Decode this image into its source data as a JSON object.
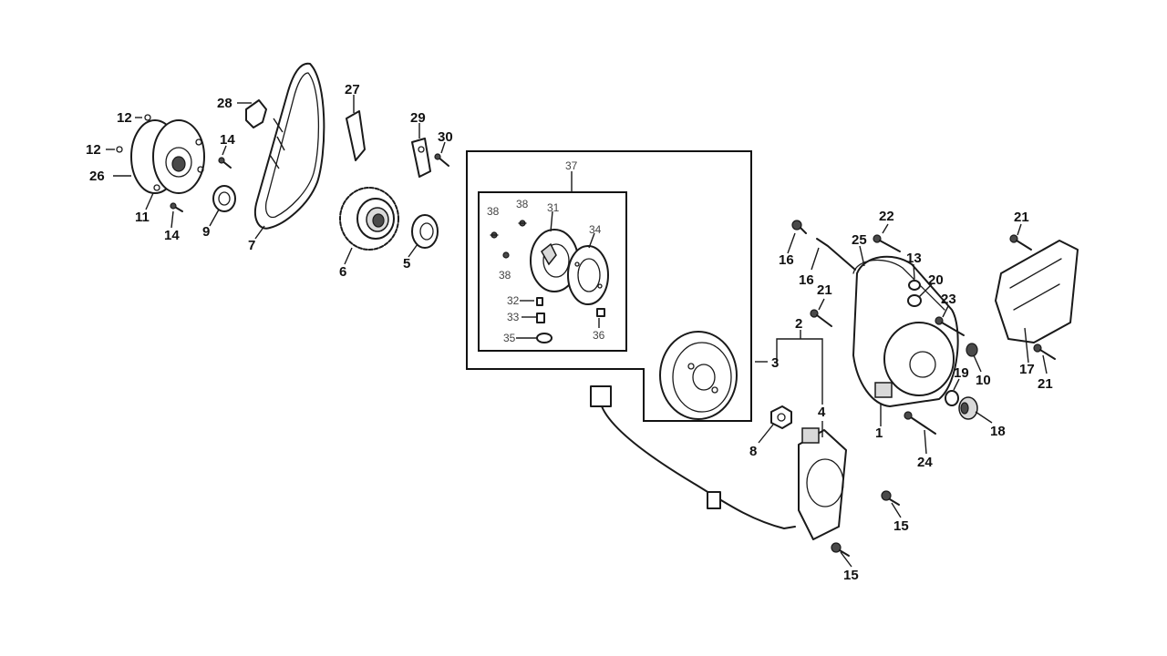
{
  "callouts": {
    "n1": "1",
    "n2": "2",
    "n3": "3",
    "n4": "4",
    "n5": "5",
    "n6": "6",
    "n7": "7",
    "n8": "8",
    "n9": "9",
    "n10": "10",
    "n11": "11",
    "n12a": "12",
    "n12b": "12",
    "n13": "13",
    "n14a": "14",
    "n14b": "14",
    "n15a": "15",
    "n15b": "15",
    "n16a": "16",
    "n16b": "16",
    "n17": "17",
    "n18": "18",
    "n19": "19",
    "n20": "20",
    "n21a": "21",
    "n21b": "21",
    "n21c": "21",
    "n22": "22",
    "n23": "23",
    "n24": "24",
    "n25": "25",
    "n26": "26",
    "n27": "27",
    "n28": "28",
    "n29": "29",
    "n30": "30",
    "n31": "31",
    "n32": "32",
    "n33": "33",
    "n34": "34",
    "n35": "35",
    "n36": "36",
    "n37": "37",
    "n38a": "38",
    "n38b": "38",
    "n38c": "38"
  }
}
